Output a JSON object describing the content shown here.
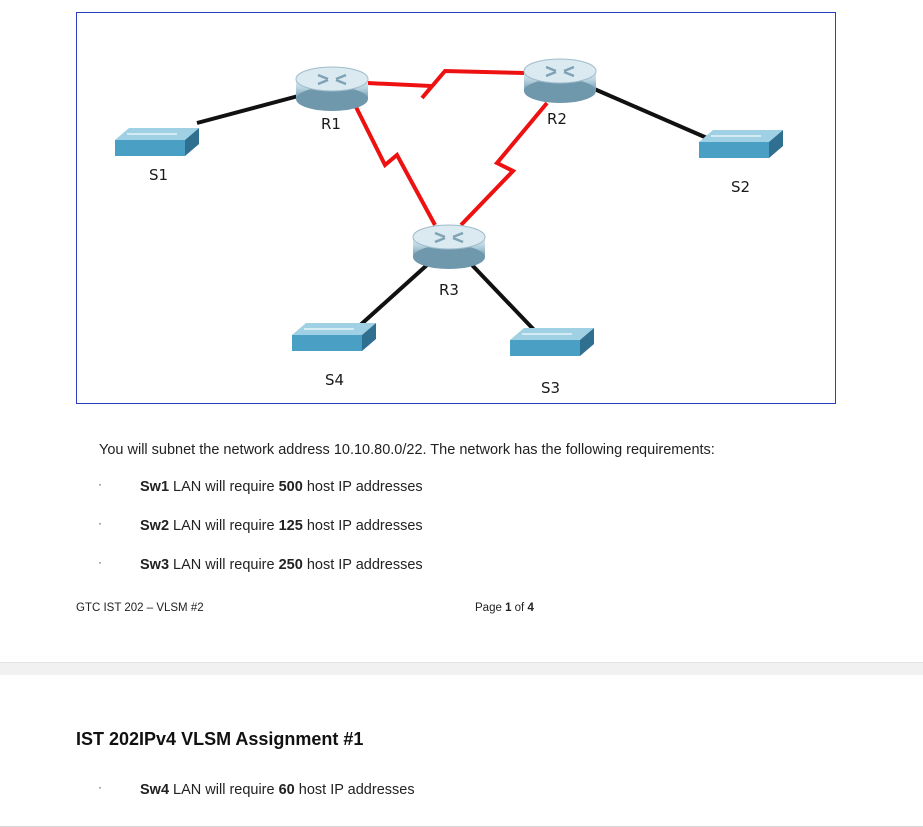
{
  "diagram": {
    "devices": {
      "s1": "S1",
      "s2": "S2",
      "s3": "S3",
      "s4": "S4",
      "r1": "R1",
      "r2": "R2",
      "r3": "R3"
    },
    "colors": {
      "serial_link": "#ee1111",
      "ethernet_link": "#111111",
      "switch": "#4a9fc4",
      "router": "#9fc2d4",
      "border": "#2b3fbf"
    },
    "icons": {
      "router": "router-icon",
      "switch": "switch-icon"
    }
  },
  "intro": "You will subnet the network address 10.10.80.0/22. The network has the following requirements:",
  "bullet": "·",
  "requirements": [
    {
      "name": "Sw1",
      "pre": " LAN will require ",
      "hosts": "500",
      "post": " host IP addresses"
    },
    {
      "name": "Sw2",
      "pre": " LAN will require ",
      "hosts": "125",
      "post": " host IP addresses"
    },
    {
      "name": "Sw3",
      "pre": " LAN will require ",
      "hosts": "250",
      "post": " host IP addresses"
    }
  ],
  "footer": {
    "left": "GTC IST 202 – VLSM #2",
    "page_prefix": "Page ",
    "page_current": "1",
    "page_mid": " of ",
    "page_total": "4"
  },
  "page2": {
    "heading": "IST 202IPv4 VLSM Assignment #1",
    "requirements": [
      {
        "name": "Sw4",
        "pre": " LAN will require ",
        "hosts": "60",
        "post": " host IP addresses"
      }
    ]
  }
}
